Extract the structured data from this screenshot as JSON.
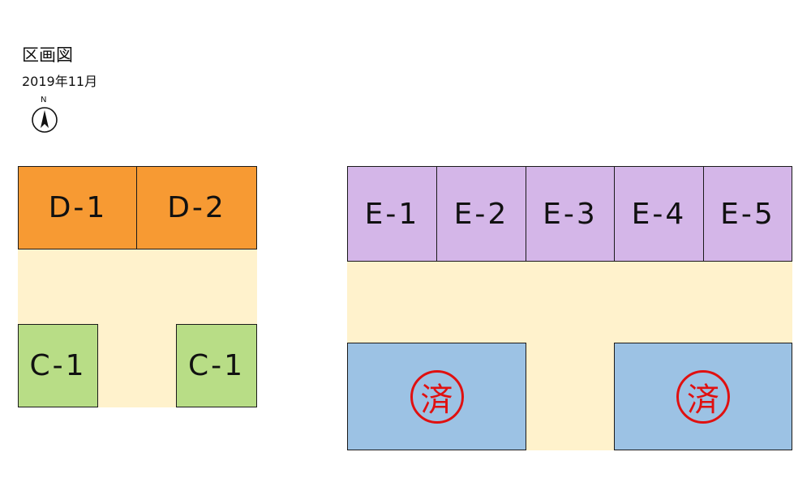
{
  "header": {
    "title": "区画図",
    "date": "2019年11月",
    "north_label": "N"
  },
  "left_block": {
    "lots": [
      {
        "label": "D-1"
      },
      {
        "label": "D-2"
      },
      {
        "label": "C-1"
      },
      {
        "label": "C-1"
      }
    ]
  },
  "right_block": {
    "lots": [
      {
        "label": "E-1"
      },
      {
        "label": "E-2"
      },
      {
        "label": "E-3"
      },
      {
        "label": "E-4"
      },
      {
        "label": "E-5"
      }
    ],
    "sold_stamps": [
      {
        "mark": "済"
      },
      {
        "mark": "済"
      }
    ]
  },
  "colors": {
    "aisle": "#fff2cc",
    "d_lots": "#f79a33",
    "c_lots": "#b8dd86",
    "e_lots": "#d4b6e8",
    "sold_lots": "#9cc2e4",
    "stamp": "#e01010"
  }
}
